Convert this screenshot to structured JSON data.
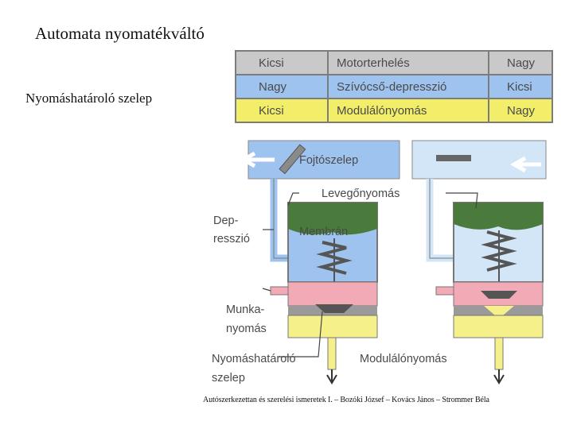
{
  "slide": {
    "title": "Automata nyomatékváltó",
    "subtitle": "Nyomáshatároló szelep",
    "caption": "Autószerkezettan és szerelési ismeretek I. – Bozóki József – Kovács János – Strommer Béla"
  },
  "legend_table": {
    "rows": [
      {
        "left": "Kicsi",
        "middle": "Motorterhelés",
        "right": "Nagy",
        "color": "#c9c9c9"
      },
      {
        "left": "Nagy",
        "middle": "Szívócső-depresszió",
        "right": "Kicsi",
        "color": "#9ec3ee"
      },
      {
        "left": "Kicsi",
        "middle": "Modulálónyomás",
        "right": "Nagy",
        "color": "#f3ee6a"
      }
    ]
  },
  "diagram": {
    "labels": {
      "fojtoszelep": "Fojtószelep",
      "levegonyomas": "Levegőnyomás",
      "depresszio_1": "Dep-",
      "depresszio_2": "resszió",
      "membran": "Membrán",
      "munkanyomas_1": "Munka-",
      "munkanyomas_2": "nyomás",
      "nyomashatarolo_1": "Nyomáshatároló",
      "nyomashatarolo_2": "szelep",
      "modulalonyomas": "Modulálónyomás"
    },
    "colors": {
      "vacuum_blue": "#9ec3ee",
      "light_blue": "#d3e6f8",
      "membrane_green": "#4a7a3c",
      "pressure_pink": "#f1aab6",
      "modulated_yellow": "#f5f08a",
      "housing_gray": "#9a9a9a"
    }
  }
}
